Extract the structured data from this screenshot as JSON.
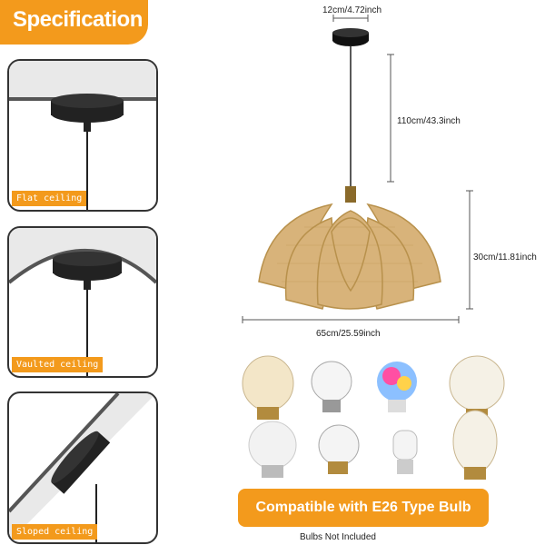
{
  "header": {
    "title": "Specification"
  },
  "ceilings": [
    {
      "label": "Flat ceiling"
    },
    {
      "label": "Vaulted ceiling"
    },
    {
      "label": "Sloped ceiling"
    }
  ],
  "dimensions": {
    "canopy": "12cm/4.72inch",
    "cord": "110cm/43.3inch",
    "height": "30cm/11.81inch",
    "width": "65cm/25.59inch"
  },
  "banner": {
    "text": "Compatible with E26 Type Bulb"
  },
  "note": "Bulbs Not Included",
  "colors": {
    "accent": "#f39a1c",
    "rattan": "#d8b37a"
  }
}
